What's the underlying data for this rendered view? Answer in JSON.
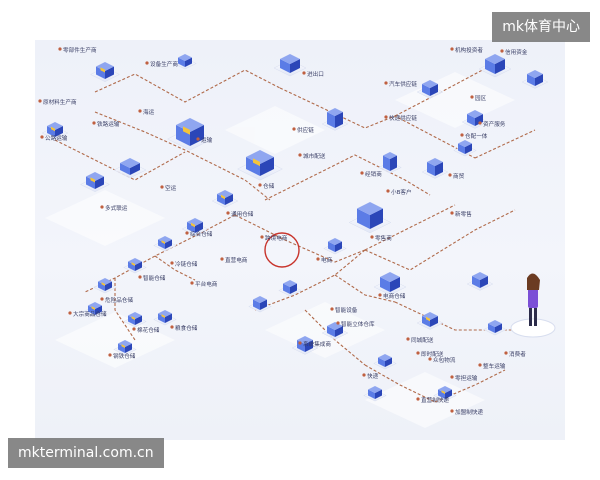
{
  "watermarks": {
    "top_right": "mk体育中心",
    "bottom_left": "mkterminal.com.cn"
  },
  "colors": {
    "line": "#b06a4a",
    "box_top": "#5b7ce6",
    "box_side": "#2b46b8",
    "accent": "#f4c43a",
    "label": "#3a3f66",
    "sub": "#4a64d8"
  },
  "labels": [
    {
      "text": "零部件生产商"
    },
    {
      "text": "设备生产商"
    },
    {
      "text": "原材料生产商"
    },
    {
      "text": "铁路运输"
    },
    {
      "text": "公路运输"
    },
    {
      "text": "海运"
    },
    {
      "text": "空运"
    },
    {
      "text": "多式联运"
    },
    {
      "text": "运输"
    },
    {
      "text": "仓储"
    },
    {
      "text": "通用仓储"
    },
    {
      "text": "综合仓储"
    },
    {
      "text": "冷链仓储"
    },
    {
      "text": "智能仓储"
    },
    {
      "text": "危险品仓储"
    },
    {
      "text": "大宗商品仓储"
    },
    {
      "text": "棉花仓储"
    },
    {
      "text": "粮食仓储"
    },
    {
      "text": "钢铁仓储"
    },
    {
      "text": "进出口"
    },
    {
      "text": "供应链"
    },
    {
      "text": "城市配送"
    },
    {
      "text": "经销商"
    },
    {
      "text": "商贸"
    },
    {
      "text": "小B客户"
    },
    {
      "text": "新零售"
    },
    {
      "text": "零售商"
    },
    {
      "text": "跨境电商"
    },
    {
      "text": "直营电商"
    },
    {
      "text": "平台电商"
    },
    {
      "text": "电商"
    },
    {
      "text": "电商仓储"
    },
    {
      "text": "智能设备"
    },
    {
      "text": "智能立体仓库"
    },
    {
      "text": "系统集成商"
    },
    {
      "text": "快递"
    },
    {
      "text": "零担运输"
    },
    {
      "text": "同城配送"
    },
    {
      "text": "即时配送"
    },
    {
      "text": "众包物流"
    },
    {
      "text": "直营制快递"
    },
    {
      "text": "加盟制快递"
    },
    {
      "text": "整车运输"
    },
    {
      "text": "消费者"
    },
    {
      "text": "机构投资者"
    },
    {
      "text": "汽车供应链"
    },
    {
      "text": "快递供应链"
    },
    {
      "text": "资产服务"
    },
    {
      "text": "园区"
    },
    {
      "text": "信用资金"
    },
    {
      "text": "仓配一体"
    }
  ]
}
